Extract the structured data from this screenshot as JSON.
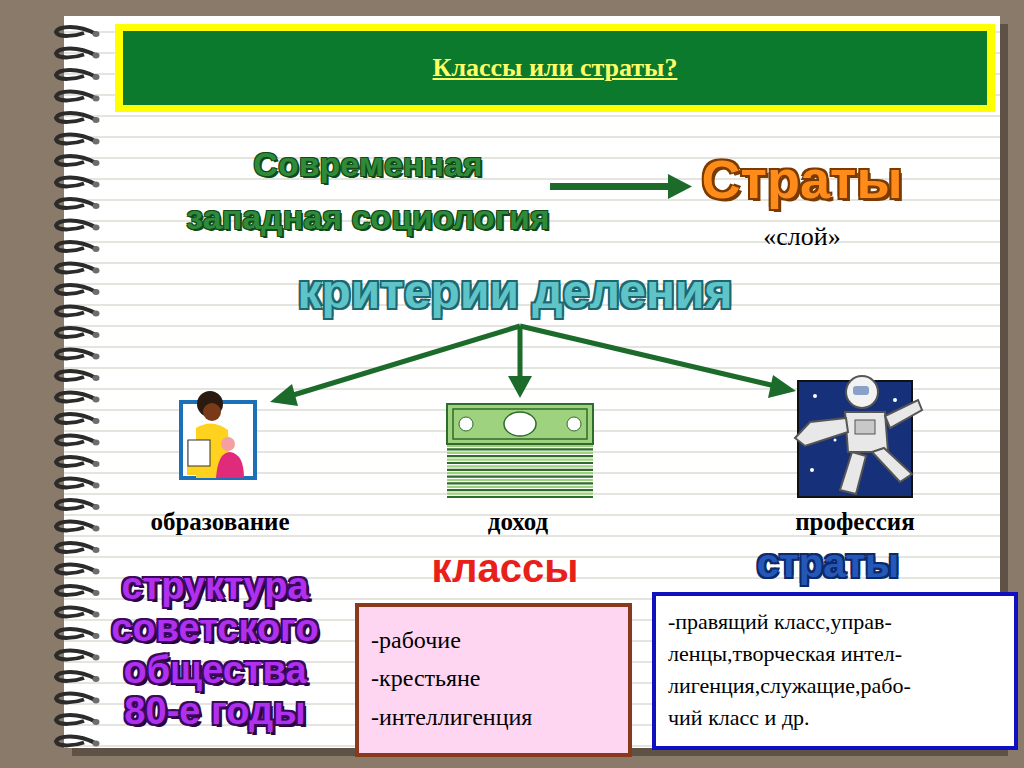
{
  "diagram": {
    "title": "Классы или страты?",
    "nodes": [
      {
        "text": [
          "-рабочие -крестьяне -интеллигенция"
        ]
      },
      {
        "text": [
          "-правящий класс,управ- ленцы,творческая интел- лигенция,служащие,рабо- чий класс и др."
        ]
      }
    ],
    "labels": [
      "Современная западная социология",
      "Страты",
      "«слой»",
      "критерии деления",
      "образование",
      "доход",
      "профессия",
      "классы",
      "страты",
      "структура советского общества 80-е годы"
    ]
  }
}
